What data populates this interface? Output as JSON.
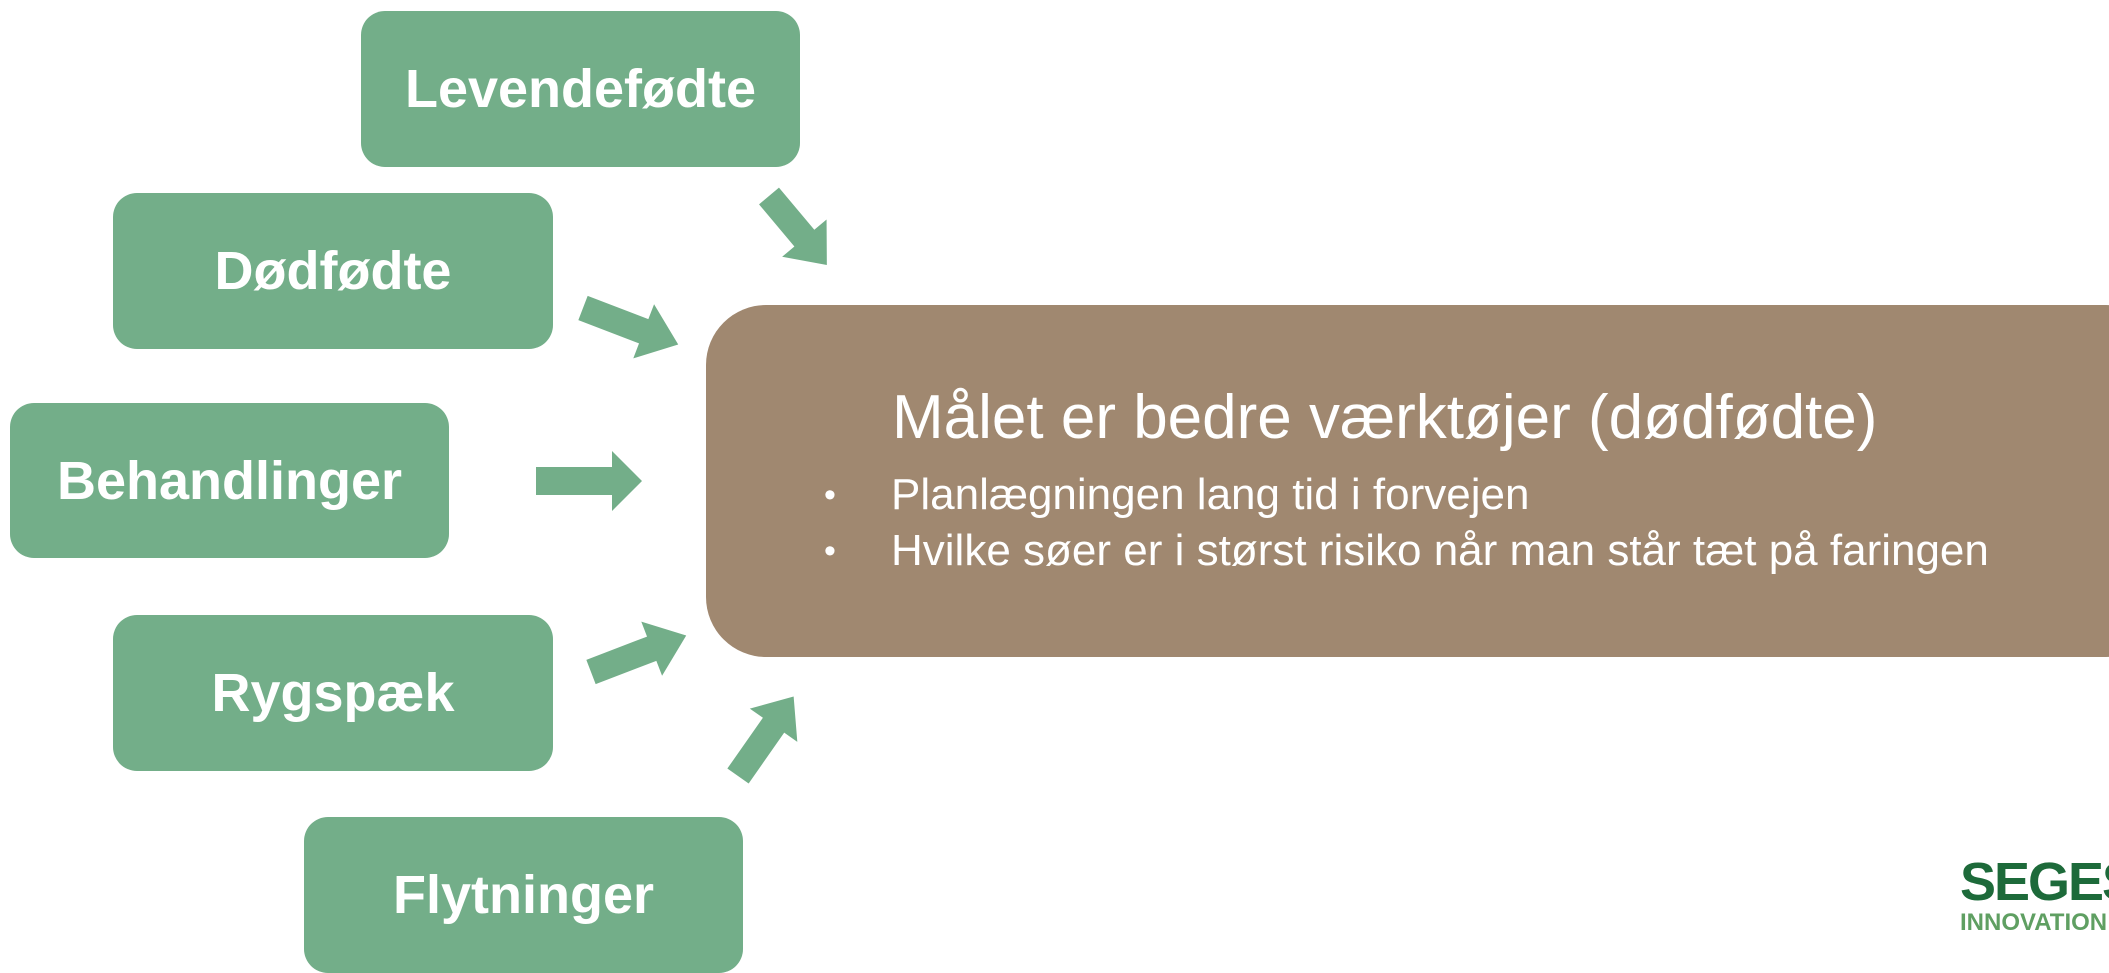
{
  "nodes": {
    "levendefodte": "Levendefødte",
    "dodfodte": "Dødfødte",
    "behandlinger": "Behandlinger",
    "rygspaek": "Rygspæk",
    "flytninger": "Flytninger"
  },
  "goal": {
    "title": "Målet er bedre værktøjer (dødfødte)",
    "bullets": [
      "Planlægningen lang tid i forvejen",
      "Hvilke søer er i størst risiko når man står tæt på faringen"
    ]
  },
  "logo": {
    "main": "SEGES",
    "sub": "INNOVATION"
  },
  "colors": {
    "node_fill": "#73ae89",
    "goal_fill": "#a08870",
    "arrow_fill": "#73ae89",
    "logo_green": "#1d6a3a"
  }
}
